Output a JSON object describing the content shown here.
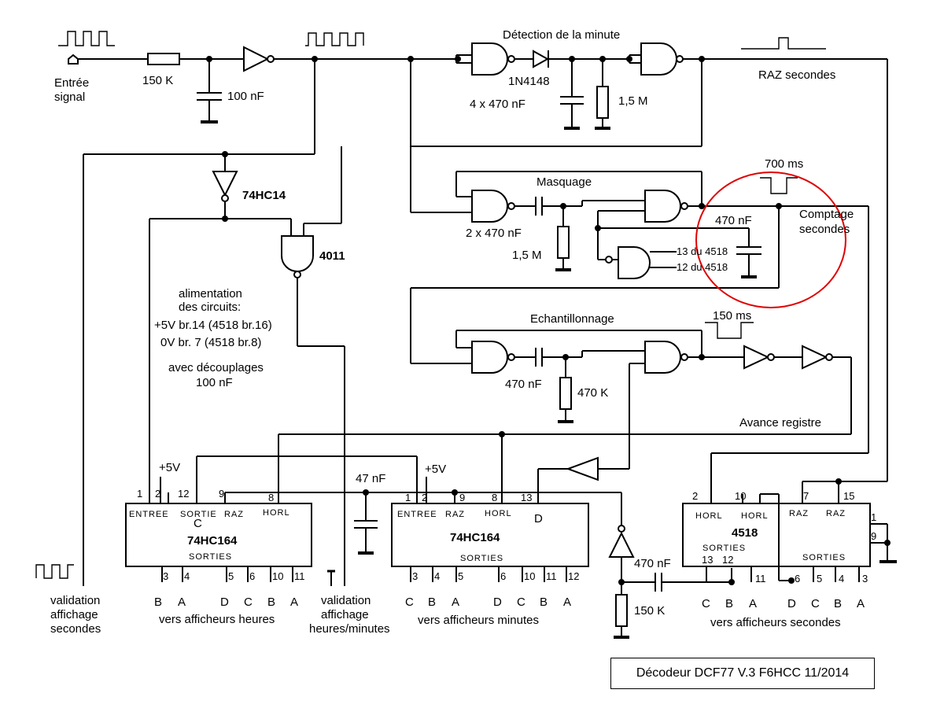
{
  "title": "Décodeur DCF77  V.3  F6HCC  11/2014",
  "labels": {
    "entree": "Entrée",
    "signal": "signal",
    "r150k": "150 K",
    "c100nf": "100 nF",
    "detection": "Détection de la minute",
    "diode": "1N4148",
    "c4x470": "4 x 470 nF",
    "r15m_a": "1,5 M",
    "raz_sec": "RAZ secondes",
    "ic74hc14": "74HC14",
    "ic4011": "4011",
    "masquage": "Masquage",
    "c2x470": "2 x 470 nF",
    "r15m_b": "1,5 M",
    "t700": "700 ms",
    "c470_a": "470 nF",
    "comptage1": "Comptage",
    "comptage2": "secondes",
    "p13": "13 du 4518",
    "p12": "12 du 4518",
    "alim1": "alimentation",
    "alim2": "des circuits:",
    "alim3": "+5V br.14 (4518 br.16)",
    "alim4": "0V br. 7 (4518 br.8)",
    "alim5": "avec découplages",
    "alim6": "100 nF",
    "echant": "Echantillonnage",
    "t150": "150 ms",
    "c470_b": "470 nF",
    "r470k": "470 K",
    "avance": "Avance registre",
    "plus5v_a": "+5V",
    "plus5v_b": "+5V",
    "c47nf": "47 nF",
    "c470_c": "470 nF",
    "r150k_b": "150 K",
    "valid_sec": [
      "validation",
      "affichage",
      "secondes"
    ],
    "valid_hm": [
      "validation",
      "affichage",
      "heures/minutes"
    ],
    "vers_h": "vers afficheurs heures",
    "vers_m": "vers afficheurs minutes",
    "vers_s": "vers afficheurs secondes"
  },
  "ic1": {
    "name": "74HC164",
    "letter": "C",
    "pins_top": [
      "1",
      "2",
      "12",
      "9",
      "8"
    ],
    "inner_top": [
      "ENTREE",
      "SORTIE",
      "RAZ",
      "HORL"
    ],
    "sorties": "SORTIES",
    "pins_bottom": [
      "3",
      "4",
      "5",
      "6",
      "10",
      "11"
    ],
    "outs": [
      "B",
      "A",
      "D",
      "C",
      "B",
      "A"
    ]
  },
  "ic2": {
    "name": "74HC164",
    "letter": "D",
    "pins_top": [
      "1",
      "2",
      "9",
      "8",
      "13"
    ],
    "inner_top": [
      "ENTREE",
      "RAZ",
      "HORL"
    ],
    "sorties": "SORTIES",
    "pins_bottom": [
      "3",
      "4",
      "5",
      "6",
      "10",
      "11",
      "12"
    ],
    "outs": [
      "C",
      "B",
      "A",
      "D",
      "C",
      "B",
      "A"
    ]
  },
  "ic3": {
    "name": "4518",
    "pins_top": [
      "2",
      "10",
      "7",
      "15"
    ],
    "inner_top": [
      "HORL",
      "HORL",
      "RAZ",
      "RAZ"
    ],
    "sorties": [
      "SORTIES",
      "SORTIES"
    ],
    "pins_bottom": [
      "13",
      "12",
      "11",
      "6",
      "5",
      "4",
      "3"
    ],
    "pins_right": [
      "1",
      "9"
    ],
    "outs": [
      "C",
      "B",
      "A",
      "D",
      "C",
      "B",
      "A"
    ]
  }
}
